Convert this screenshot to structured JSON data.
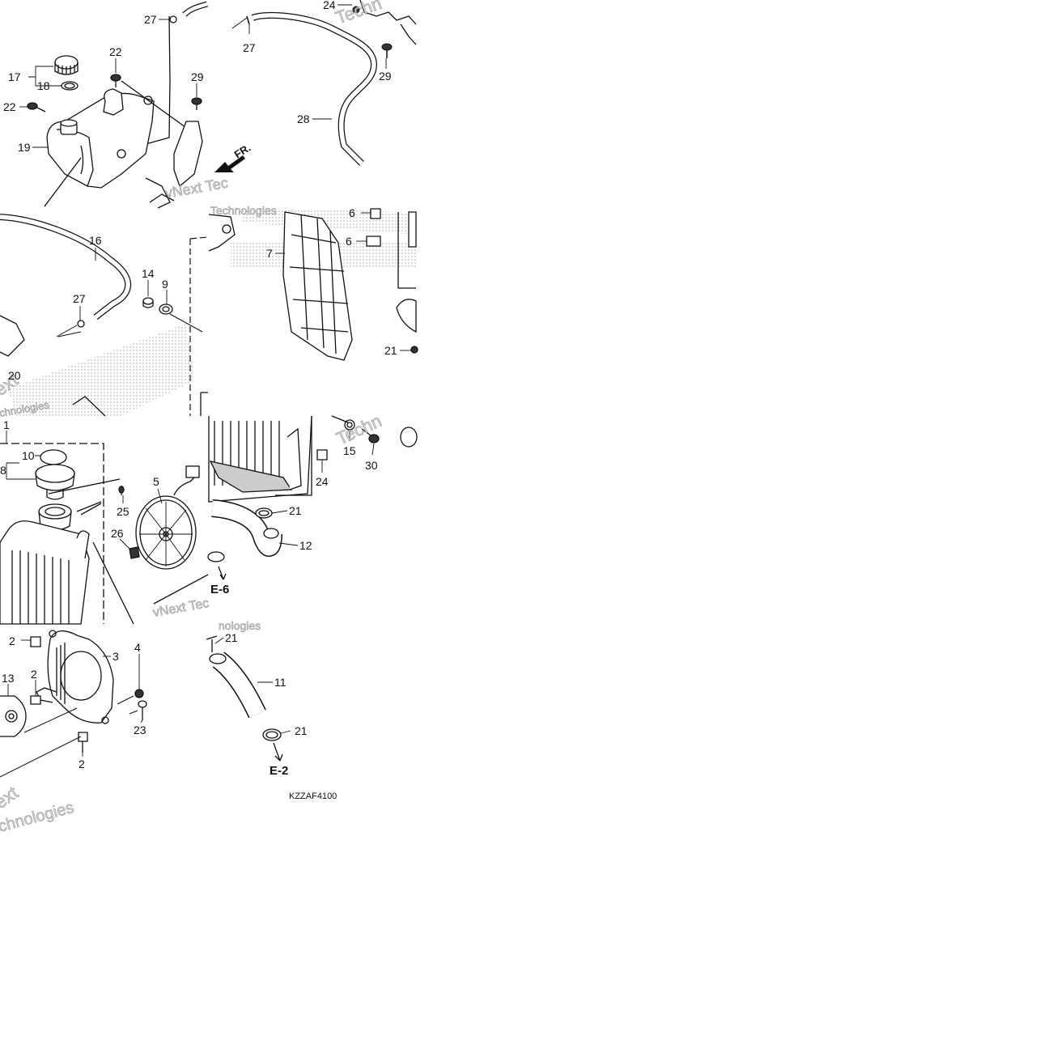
{
  "diagram": {
    "callouts": [
      "27",
      "24",
      "22",
      "17",
      "18",
      "29",
      "22",
      "19",
      "27",
      "29",
      "28",
      "16",
      "14",
      "9",
      "27",
      "20",
      "6",
      "6",
      "7",
      "21",
      "1",
      "10",
      "8",
      "25",
      "5",
      "26",
      "15",
      "30",
      "24",
      "21",
      "12",
      "2",
      "3",
      "4",
      "13",
      "2",
      "23",
      "2",
      "21",
      "11",
      "21"
    ],
    "section_refs": [
      "E-6",
      "E-2"
    ],
    "direction_label": "FR.",
    "drawing_code": "KZZAF4100",
    "watermarks": [
      "Techn",
      "vNext Tec",
      "Technologies",
      "ext",
      "chnologies",
      "Techn",
      "vNext Tec",
      "nologies",
      "ext",
      "chnologies"
    ]
  },
  "colors": {
    "line": "#111111",
    "watermark": "#bdbdbd",
    "background": "#ffffff"
  }
}
